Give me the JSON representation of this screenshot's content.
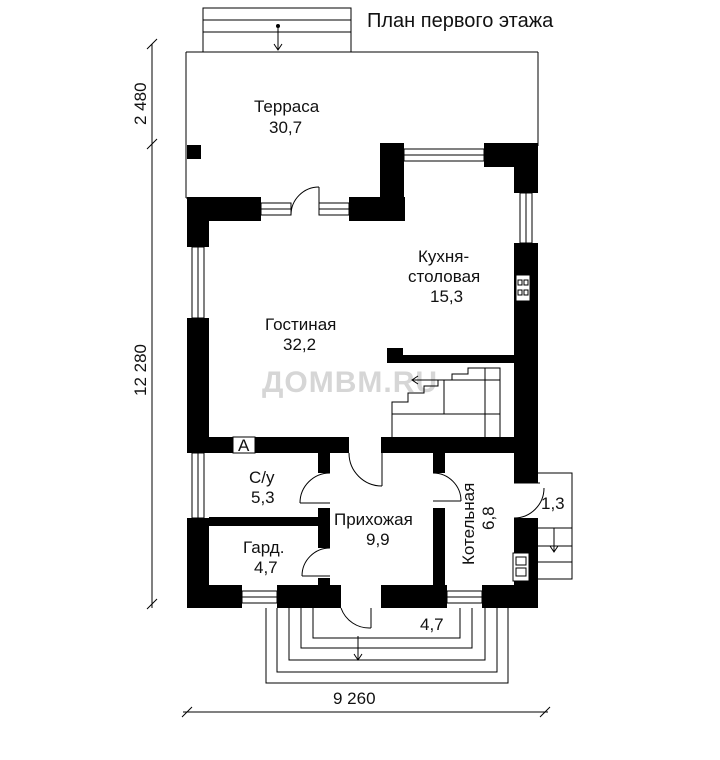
{
  "title": "План первого этажа",
  "watermark": "ДОМВМ.RU",
  "rooms": [
    {
      "id": "terrace",
      "name": "Терраса",
      "area": "30,7"
    },
    {
      "id": "kitchen",
      "name": "Кухня-столовая",
      "area": "15,3"
    },
    {
      "id": "living",
      "name": "Гостиная",
      "area": "32,2"
    },
    {
      "id": "wc",
      "name": "С/у",
      "area": "5,3"
    },
    {
      "id": "hall",
      "name": "Прихожая",
      "area": "9,9"
    },
    {
      "id": "boiler",
      "name": "Котельная",
      "area": "6,8"
    },
    {
      "id": "wardrobe",
      "name": "Гард.",
      "area": "4,7"
    }
  ],
  "small_labels": {
    "porch_area": "1,3",
    "porch_width": "4,7",
    "vent_mark": "А"
  },
  "dimensions": {
    "total_height": "12 280",
    "terrace_depth": "2 480",
    "total_width": "9 260"
  }
}
